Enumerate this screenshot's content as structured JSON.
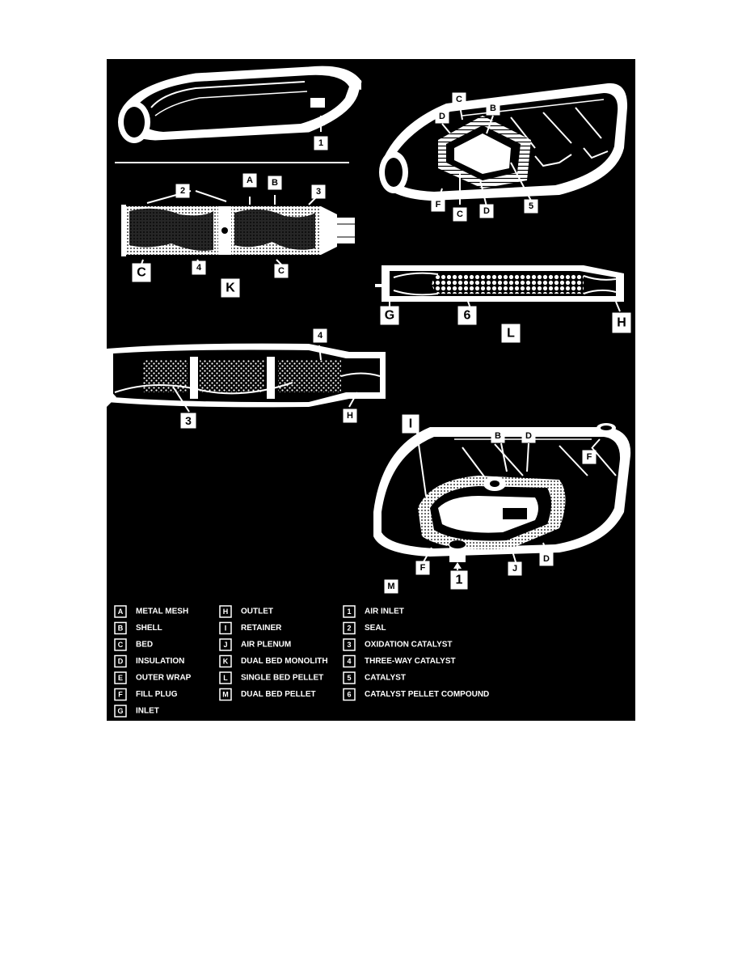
{
  "callouts": {
    "one_a": "1",
    "two": "2",
    "a": "A",
    "b_top": "B",
    "three_a": "3",
    "c_left": "C",
    "four_a": "4",
    "c_right": "C",
    "k": "K",
    "c_ur": "C",
    "b_ur": "B",
    "d_ur": "D",
    "f_ur": "F",
    "c_ur2": "C",
    "d_ur2": "D",
    "five": "5",
    "g": "G",
    "six": "6",
    "h_mid": "H",
    "l": "L",
    "four_b": "4",
    "three_b": "3",
    "h_low": "H",
    "i": "I",
    "b_lr": "B",
    "d_lr": "D",
    "f_lr": "F",
    "f_lr2": "F",
    "one_b": "1",
    "j": "J",
    "d_lr2": "D",
    "m": "M"
  },
  "legend": [
    [
      {
        "code": "A",
        "label": "METAL MESH"
      },
      {
        "code": "B",
        "label": "SHELL"
      },
      {
        "code": "C",
        "label": "BED"
      },
      {
        "code": "D",
        "label": "INSULATION"
      },
      {
        "code": "E",
        "label": "OUTER WRAP"
      },
      {
        "code": "F",
        "label": "FILL PLUG"
      },
      {
        "code": "G",
        "label": "INLET"
      }
    ],
    [
      {
        "code": "H",
        "label": "OUTLET"
      },
      {
        "code": "I",
        "label": "RETAINER"
      },
      {
        "code": "J",
        "label": "AIR PLENUM"
      },
      {
        "code": "K",
        "label": "DUAL BED MONOLITH"
      },
      {
        "code": "L",
        "label": "SINGLE BED PELLET"
      },
      {
        "code": "M",
        "label": "DUAL BED PELLET"
      }
    ],
    [
      {
        "code": "1",
        "label": "AIR INLET"
      },
      {
        "code": "2",
        "label": "SEAL"
      },
      {
        "code": "3",
        "label": "OXIDATION CATALYST"
      },
      {
        "code": "4",
        "label": "THREE-WAY CATALYST"
      },
      {
        "code": "5",
        "label": "CATALYST"
      },
      {
        "code": "6",
        "label": "CATALYST PELLET COMPOUND"
      }
    ]
  ]
}
